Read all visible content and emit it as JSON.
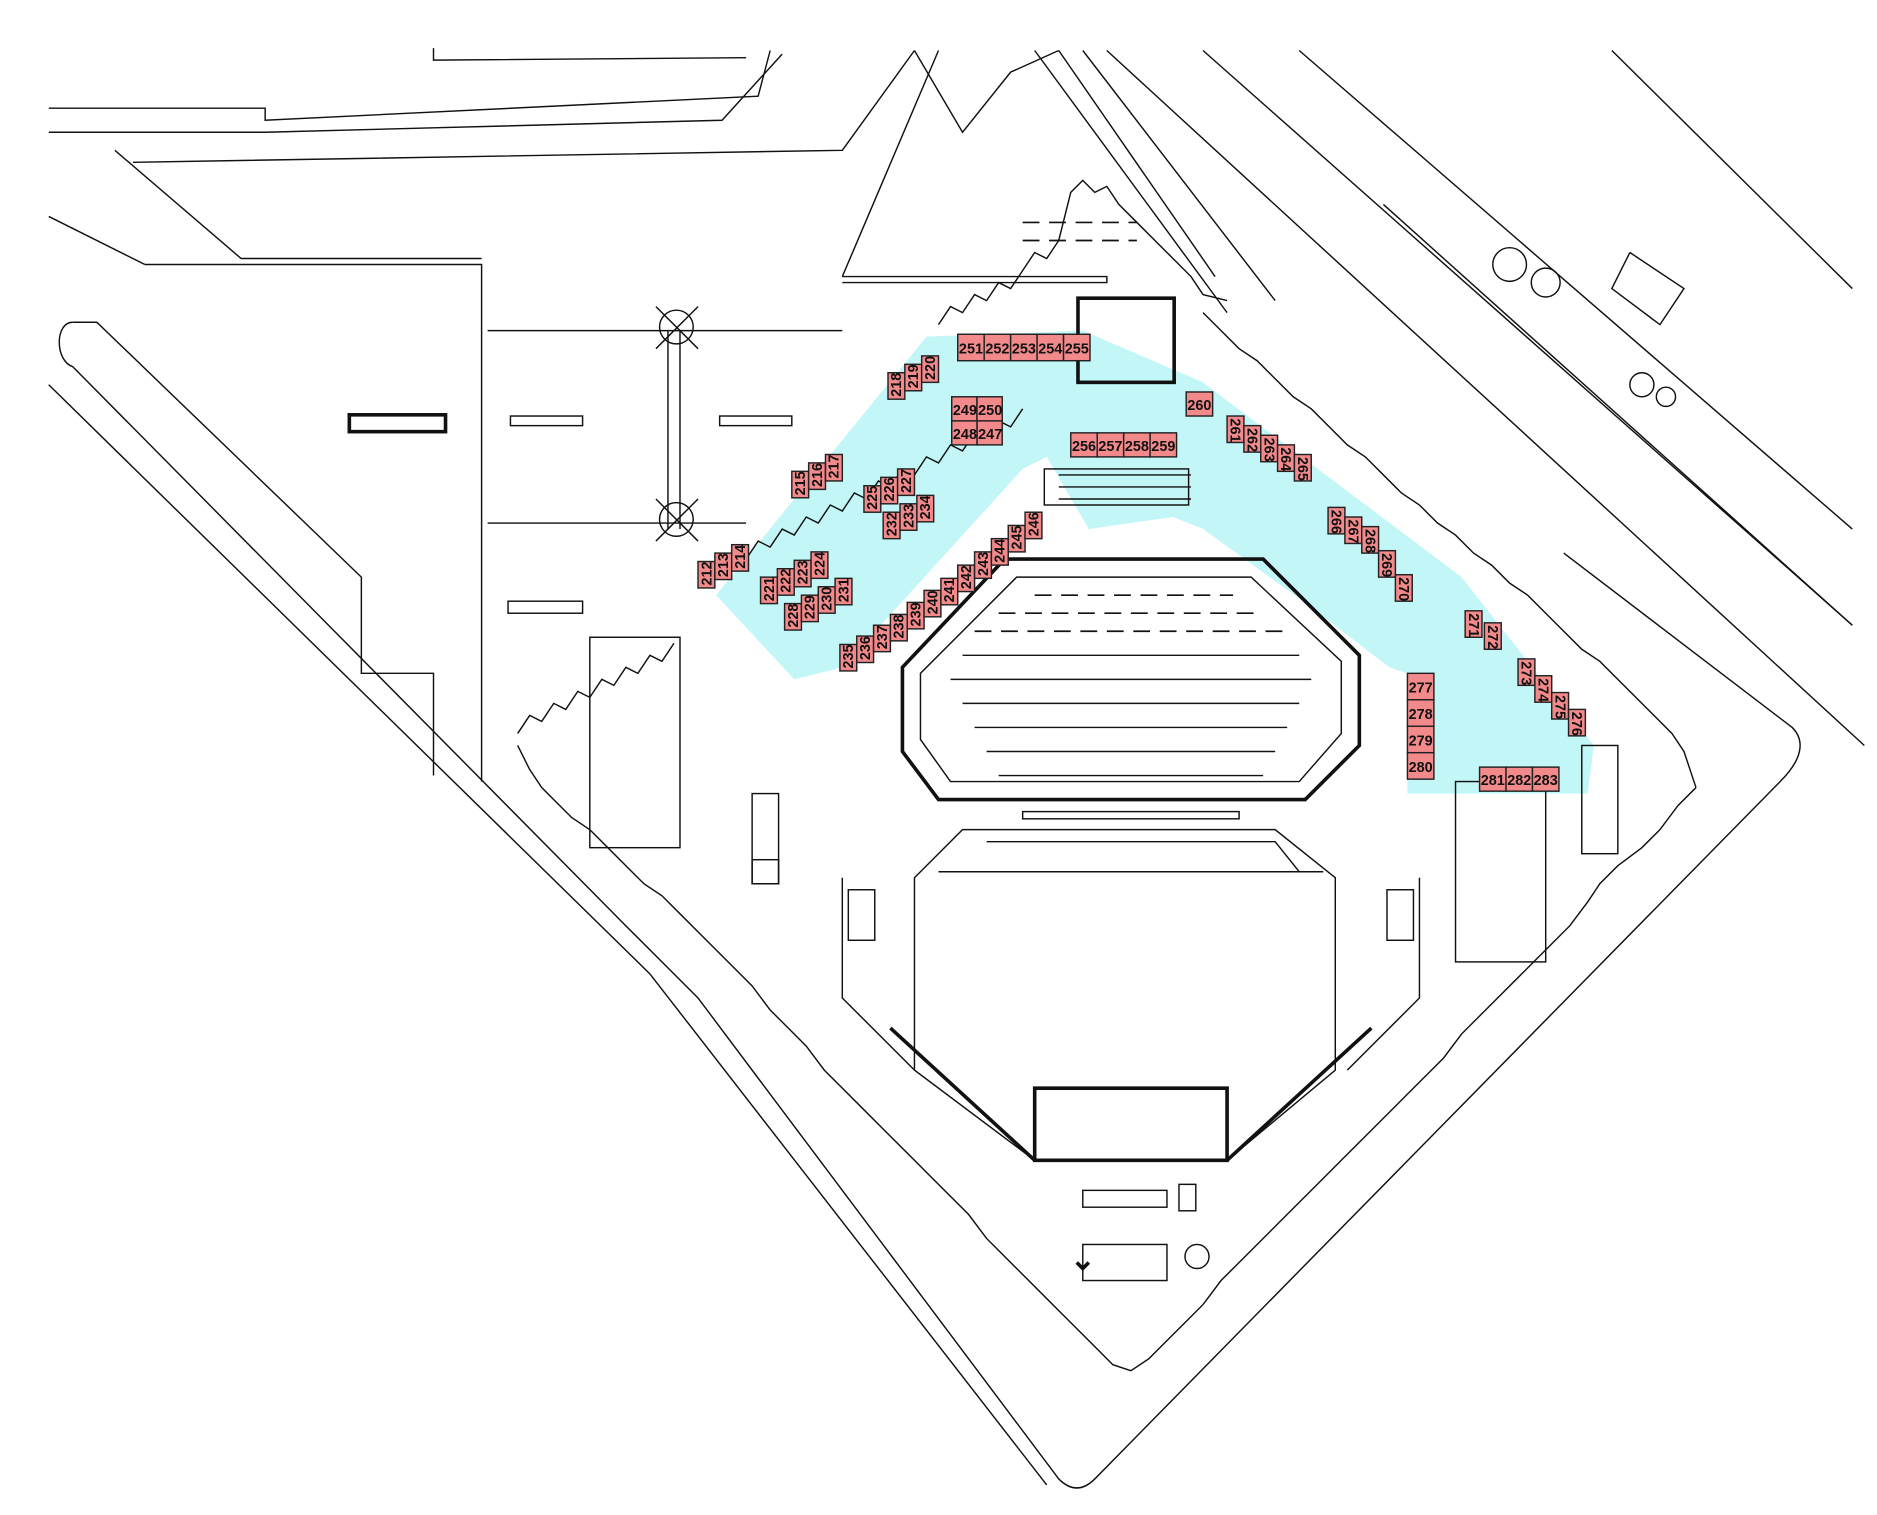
{
  "colors": {
    "booth_fill": "#f2898b",
    "hall_fill": "#c2f6f7",
    "line": "#111111",
    "background": "#ffffff"
  },
  "booths": [
    {
      "id": "212",
      "rot": -90
    },
    {
      "id": "213",
      "rot": -90
    },
    {
      "id": "214",
      "rot": -90
    },
    {
      "id": "215",
      "rot": -90
    },
    {
      "id": "216",
      "rot": -90
    },
    {
      "id": "217",
      "rot": -90
    },
    {
      "id": "218",
      "rot": -90
    },
    {
      "id": "219",
      "rot": -90
    },
    {
      "id": "220",
      "rot": -90
    },
    {
      "id": "221",
      "rot": -90
    },
    {
      "id": "222",
      "rot": -90
    },
    {
      "id": "223",
      "rot": -90
    },
    {
      "id": "224",
      "rot": -90
    },
    {
      "id": "225",
      "rot": -90
    },
    {
      "id": "226",
      "rot": -90
    },
    {
      "id": "227",
      "rot": -90
    },
    {
      "id": "228",
      "rot": -90
    },
    {
      "id": "229",
      "rot": -90
    },
    {
      "id": "230",
      "rot": -90
    },
    {
      "id": "231",
      "rot": -90
    },
    {
      "id": "232",
      "rot": -90
    },
    {
      "id": "233",
      "rot": -90
    },
    {
      "id": "234",
      "rot": -90
    },
    {
      "id": "235",
      "rot": -90
    },
    {
      "id": "236",
      "rot": -90
    },
    {
      "id": "237",
      "rot": -90
    },
    {
      "id": "238",
      "rot": -90
    },
    {
      "id": "239",
      "rot": -90
    },
    {
      "id": "240",
      "rot": -90
    },
    {
      "id": "241",
      "rot": -90
    },
    {
      "id": "242",
      "rot": -90
    },
    {
      "id": "243",
      "rot": -90
    },
    {
      "id": "244",
      "rot": -90
    },
    {
      "id": "245",
      "rot": -90
    },
    {
      "id": "246",
      "rot": -90
    },
    {
      "id": "247",
      "rot": 0
    },
    {
      "id": "248",
      "rot": 0
    },
    {
      "id": "249",
      "rot": 0
    },
    {
      "id": "250",
      "rot": 0
    },
    {
      "id": "251",
      "rot": 0
    },
    {
      "id": "252",
      "rot": 0
    },
    {
      "id": "253",
      "rot": 0
    },
    {
      "id": "254",
      "rot": 0
    },
    {
      "id": "255",
      "rot": 0
    },
    {
      "id": "256",
      "rot": 0
    },
    {
      "id": "257",
      "rot": 0
    },
    {
      "id": "258",
      "rot": 0
    },
    {
      "id": "259",
      "rot": 0
    },
    {
      "id": "260",
      "rot": 0
    },
    {
      "id": "261",
      "rot": 90
    },
    {
      "id": "262",
      "rot": 90
    },
    {
      "id": "263",
      "rot": 90
    },
    {
      "id": "264",
      "rot": 90
    },
    {
      "id": "265",
      "rot": 90
    },
    {
      "id": "266",
      "rot": 90
    },
    {
      "id": "267",
      "rot": 90
    },
    {
      "id": "268",
      "rot": 90
    },
    {
      "id": "269",
      "rot": 90
    },
    {
      "id": "270",
      "rot": 90
    },
    {
      "id": "271",
      "rot": 90
    },
    {
      "id": "272",
      "rot": 90
    },
    {
      "id": "273",
      "rot": 90
    },
    {
      "id": "274",
      "rot": 90
    },
    {
      "id": "275",
      "rot": 90
    },
    {
      "id": "276",
      "rot": 90
    },
    {
      "id": "277",
      "rot": 0
    },
    {
      "id": "278",
      "rot": 0
    },
    {
      "id": "279",
      "rot": 0
    },
    {
      "id": "280",
      "rot": 0
    },
    {
      "id": "281",
      "rot": 0
    },
    {
      "id": "282",
      "rot": 0
    },
    {
      "id": "283",
      "rot": 0
    }
  ]
}
